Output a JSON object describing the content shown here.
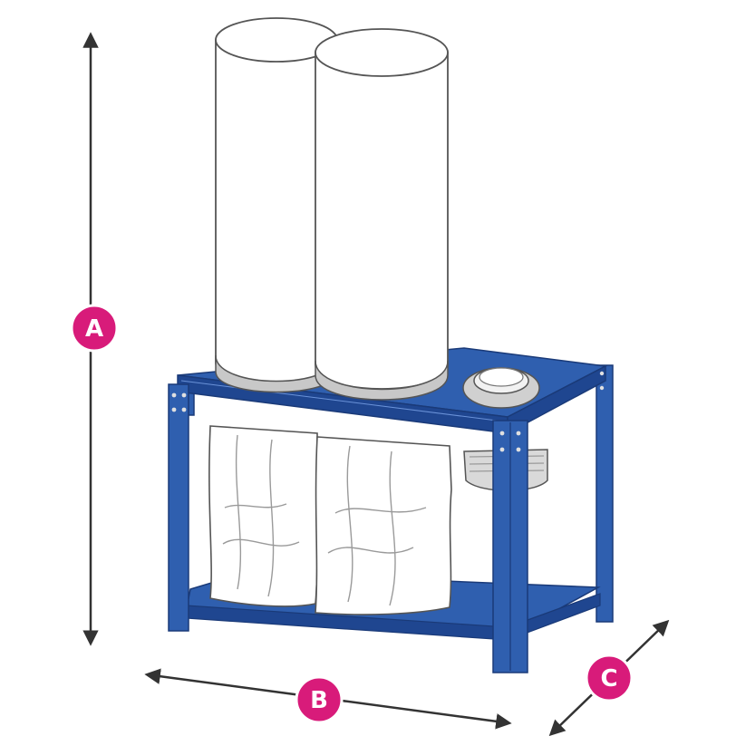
{
  "dimensions": {
    "height_label": "A",
    "width_label": "B",
    "depth_label": "C"
  },
  "colors": {
    "frame_blue": "#2f5faf",
    "frame_dark": "#1f4690",
    "frame_light": "#4d7ccc",
    "badge_magenta": "#d81b7a",
    "arrow_dark": "#333333",
    "bag_white": "#ffffff",
    "bag_outline": "#555555",
    "bag_band": "#c8c8c8",
    "outlet_gray": "#d0d0d0"
  }
}
